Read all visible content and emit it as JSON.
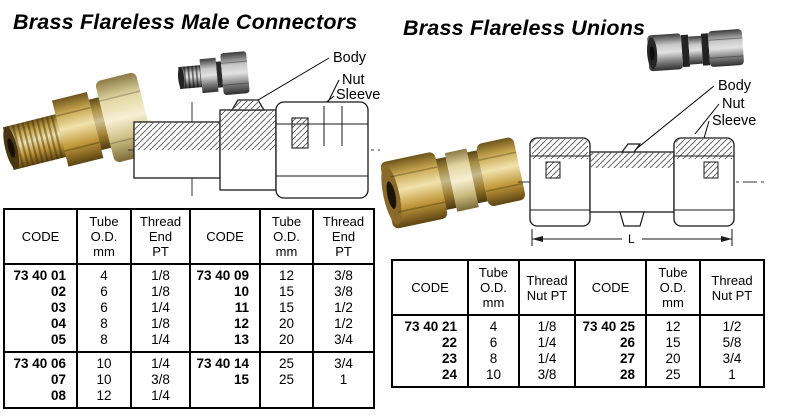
{
  "left": {
    "title": "Brass Flareless Male Connectors",
    "diagram_labels": {
      "body": "Body",
      "nut": "Nut",
      "sleeve": "Sleeve"
    },
    "table": {
      "headers": [
        "CODE",
        "Tube\nO.D.\nmm",
        "Thread\nEnd\nPT",
        "CODE",
        "Tube\nO.D.\nmm",
        "Thread\nEnd\nPT"
      ],
      "group1": [
        [
          "73 40 01",
          "4",
          "1/8",
          "73 40 09",
          "12",
          "3/8"
        ],
        [
          "02",
          "6",
          "1/8",
          "10",
          "15",
          "3/8"
        ],
        [
          "03",
          "6",
          "1/4",
          "11",
          "15",
          "1/2"
        ],
        [
          "04",
          "8",
          "1/8",
          "12",
          "20",
          "1/2"
        ],
        [
          "05",
          "8",
          "1/4",
          "13",
          "20",
          "3/4"
        ]
      ],
      "group2": [
        [
          "73 40 06",
          "10",
          "1/4",
          "73 40 14",
          "25",
          "3/4"
        ],
        [
          "07",
          "10",
          "3/8",
          "15",
          "25",
          "1"
        ],
        [
          "08",
          "12",
          "1/4",
          "",
          "",
          ""
        ]
      ]
    }
  },
  "right": {
    "title": "Brass Flareless Unions",
    "diagram_labels": {
      "body": "Body",
      "nut": "Nut",
      "sleeve": "Sleeve"
    },
    "dimension_label": "L",
    "table": {
      "headers": [
        "CODE",
        "Tube\nO.D.\nmm",
        "Thread\nNut PT",
        "CODE",
        "Tube\nO.D.\nmm",
        "Thread\nNut PT"
      ],
      "group1": [
        [
          "73 40 21",
          "4",
          "1/8",
          "73 40 25",
          "12",
          "1/2"
        ],
        [
          "22",
          "6",
          "1/4",
          "26",
          "15",
          "5/8"
        ],
        [
          "23",
          "8",
          "1/4",
          "27",
          "20",
          "3/4"
        ],
        [
          "24",
          "10",
          "3/8",
          "28",
          "25",
          "1"
        ]
      ]
    }
  },
  "colors": {
    "brass": "#c9a851",
    "brass_pale": "#e9dda8",
    "line": "#111111"
  }
}
